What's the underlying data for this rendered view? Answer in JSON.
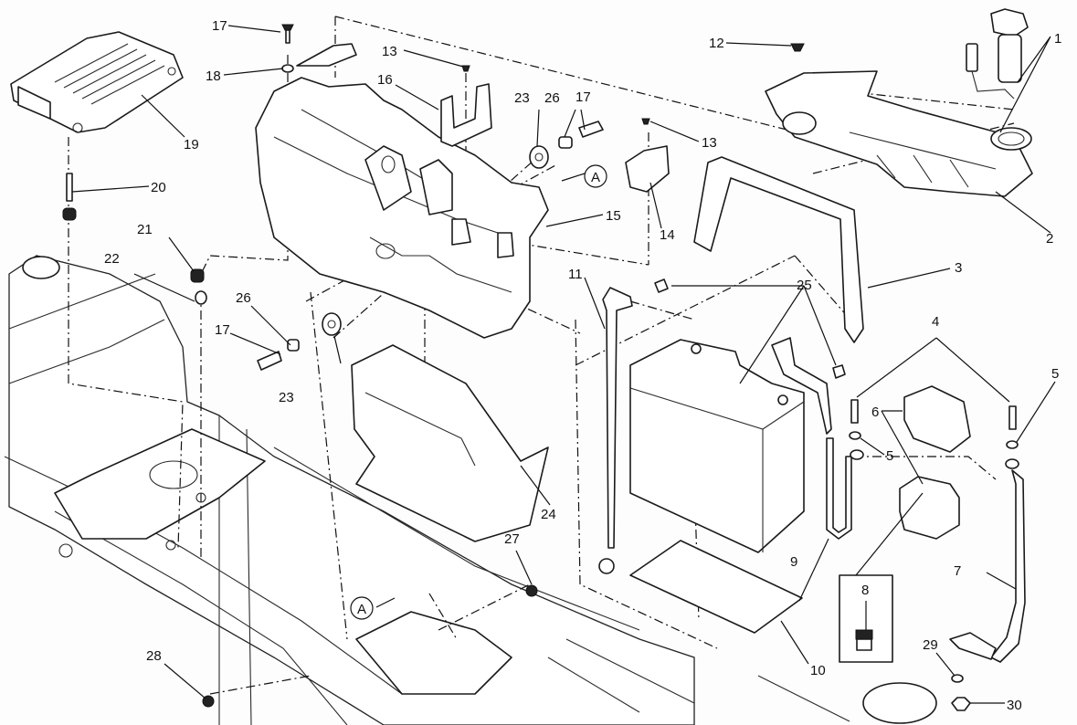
{
  "diagram": {
    "type": "exploded-parts-diagram",
    "subject": "Battery, battery tray, ECU and relay assembly",
    "reference_marker": "A",
    "callouts": [
      {
        "num": "1",
        "part": "power-socket-and-ring-nut"
      },
      {
        "num": "2",
        "part": "socket-support-bracket"
      },
      {
        "num": "3",
        "part": "battery-strap"
      },
      {
        "num": "4",
        "part": "screws"
      },
      {
        "num": "5",
        "part": "washers"
      },
      {
        "num": "6",
        "part": "relay-cover"
      },
      {
        "num": "7",
        "part": "starter-cable"
      },
      {
        "num": "8",
        "part": "fuse"
      },
      {
        "num": "9",
        "part": "jumper-cable"
      },
      {
        "num": "10",
        "part": "battery-pad"
      },
      {
        "num": "11",
        "part": "ground-cable"
      },
      {
        "num": "12",
        "part": "screw"
      },
      {
        "num": "13",
        "part": "screw"
      },
      {
        "num": "14",
        "part": "clip"
      },
      {
        "num": "15",
        "part": "battery-tray"
      },
      {
        "num": "16",
        "part": "bracket"
      },
      {
        "num": "17",
        "part": "screw"
      },
      {
        "num": "18",
        "part": "plate"
      },
      {
        "num": "19",
        "part": "ecu"
      },
      {
        "num": "20",
        "part": "spacer"
      },
      {
        "num": "21",
        "part": "rubber-grommet"
      },
      {
        "num": "22",
        "part": "bushing"
      },
      {
        "num": "23",
        "part": "rubber-grommet"
      },
      {
        "num": "24",
        "part": "heat-shield"
      },
      {
        "num": "25",
        "part": "screws"
      },
      {
        "num": "26",
        "part": "bushing"
      },
      {
        "num": "27",
        "part": "nut"
      },
      {
        "num": "28",
        "part": "nut"
      },
      {
        "num": "29",
        "part": "washer"
      },
      {
        "num": "30",
        "part": "nut"
      }
    ],
    "labels": {
      "c1": "1",
      "c2": "2",
      "c3": "3",
      "c4": "4",
      "c5a": "5",
      "c5b": "5",
      "c6": "6",
      "c7": "7",
      "c8": "8",
      "c9": "9",
      "c10": "10",
      "c11": "11",
      "c12": "12",
      "c13a": "13",
      "c13b": "13",
      "c14": "14",
      "c15": "15",
      "c16": "16",
      "c17a": "17",
      "c17b": "17",
      "c17c": "17",
      "c18": "18",
      "c19": "19",
      "c20": "20",
      "c21": "21",
      "c22": "22",
      "c23a": "23",
      "c23b": "23",
      "c24": "24",
      "c25": "25",
      "c26a": "26",
      "c26b": "26",
      "c27": "27",
      "c28": "28",
      "c29": "29",
      "c30": "30",
      "refA1": "A",
      "refA2": "A"
    }
  }
}
